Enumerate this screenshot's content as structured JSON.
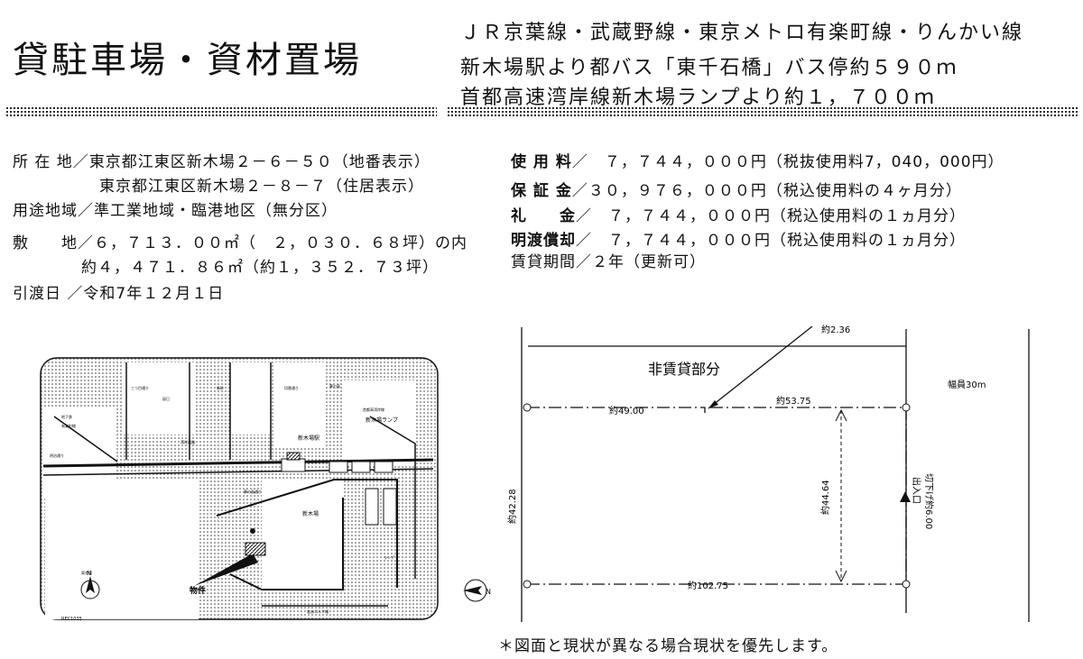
{
  "header": {
    "title": "貸駐車場・資材置場",
    "access": [
      "ＪＲ京葉線・武蔵野線・東京メトロ有楽町線・りんかい線",
      "新木場駅より都バス「東千石橋」バス停約５９０ｍ",
      "首都高速湾岸線新木場ランプより約１，７００ｍ"
    ]
  },
  "details": {
    "location_label": "所 在 地／",
    "location_lot": "東京都江東区新木場２－６－５０（地番表示）",
    "location_address": "東京都江東区新木場２－８－７（住居表示）",
    "zoning": "用途地域／準工業地域・臨港地区（無分区）",
    "site_label": "敷　　地／",
    "site_total": "６，７１３．００㎡（　２，０３０．６８坪）の内",
    "site_part": "約４，４７１．８６㎡（約１，３５２．７３坪）",
    "handover": "引渡日 ／令和7年１２月１日"
  },
  "fees": {
    "usage_label": "使 用 料",
    "usage_value": "／　７，７４４，０００円（税抜使用料7，040，000円）",
    "deposit_label": "保 証 金",
    "deposit_value": "／３０，９７６，０００円（税込使用料の４ヶ月分）",
    "key_money_label": "礼　　金",
    "key_money_value": "／　７，７４４，０００円（税込使用料の１ヵ月分）",
    "amortization_label": "明渡償却",
    "amortization_value": "／　７，７４４，０００円（税込使用料の１ヵ月分）",
    "lease_term": "賃貸期間／２年（更新可）"
  },
  "area_map": {
    "labels": {
      "shinkiba_station": "新木場駅",
      "shinkiba_ramp": "新木場ランプ",
      "shinkiba": "新木場",
      "property": "物件",
      "north": "N",
      "plan_no": "REC1035",
      "tiny_labels": [
        "地下鉄",
        "有楽町線",
        "三つ目通り",
        "辰巳",
        "夢の島",
        "湾岸道路",
        "首都高湾岸線",
        "東京湾",
        "若洲ゴルフ場",
        "切替通り",
        "新砂",
        "明治通り",
        "夢の島通り",
        "ランプ"
      ]
    }
  },
  "site_plan": {
    "non_lease_label": "非賃貸部分",
    "dim_top_left": "約49.00",
    "dim_top_right": "約53.75",
    "dim_corner": "約2.36",
    "dim_bottom": "約102.75",
    "dim_left": "約42.28",
    "dim_inner": "約44.64",
    "road_width": "幅員30m",
    "entrance": "出入口",
    "curb_cut": "切下げ約6.00",
    "north": "N"
  },
  "footer": {
    "note": "＊図面と現状が異なる場合現状を優先します。"
  }
}
